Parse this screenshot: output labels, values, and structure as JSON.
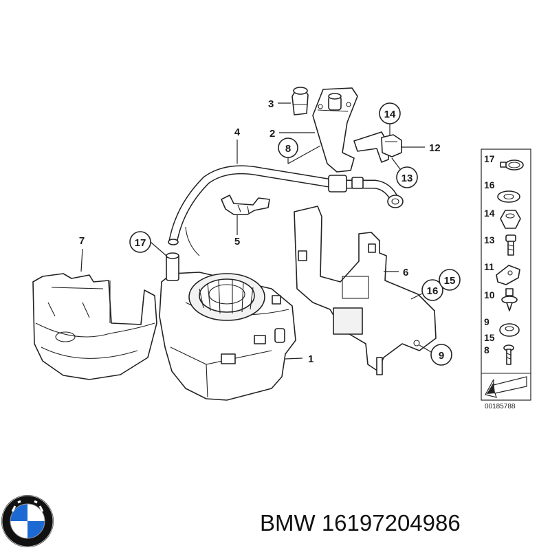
{
  "callouts": {
    "c1": "1",
    "c2": "2",
    "c3": "3",
    "c4": "4",
    "c5": "5",
    "c6": "6",
    "c7": "7",
    "c8": "8",
    "c9": "9",
    "c12": "12",
    "c13": "13",
    "c14": "14",
    "c15": "15",
    "c16": "16",
    "c17": "17"
  },
  "legend": {
    "items": [
      "17",
      "16",
      "14",
      "13",
      "11",
      "10",
      "9",
      "15",
      "8"
    ],
    "reference": "00185788"
  },
  "caption": {
    "brand": "BMW",
    "part_number": "16197204986"
  },
  "colors": {
    "line": "#222222",
    "logo_blue": "#1c69d4",
    "logo_ring": "#111111"
  }
}
